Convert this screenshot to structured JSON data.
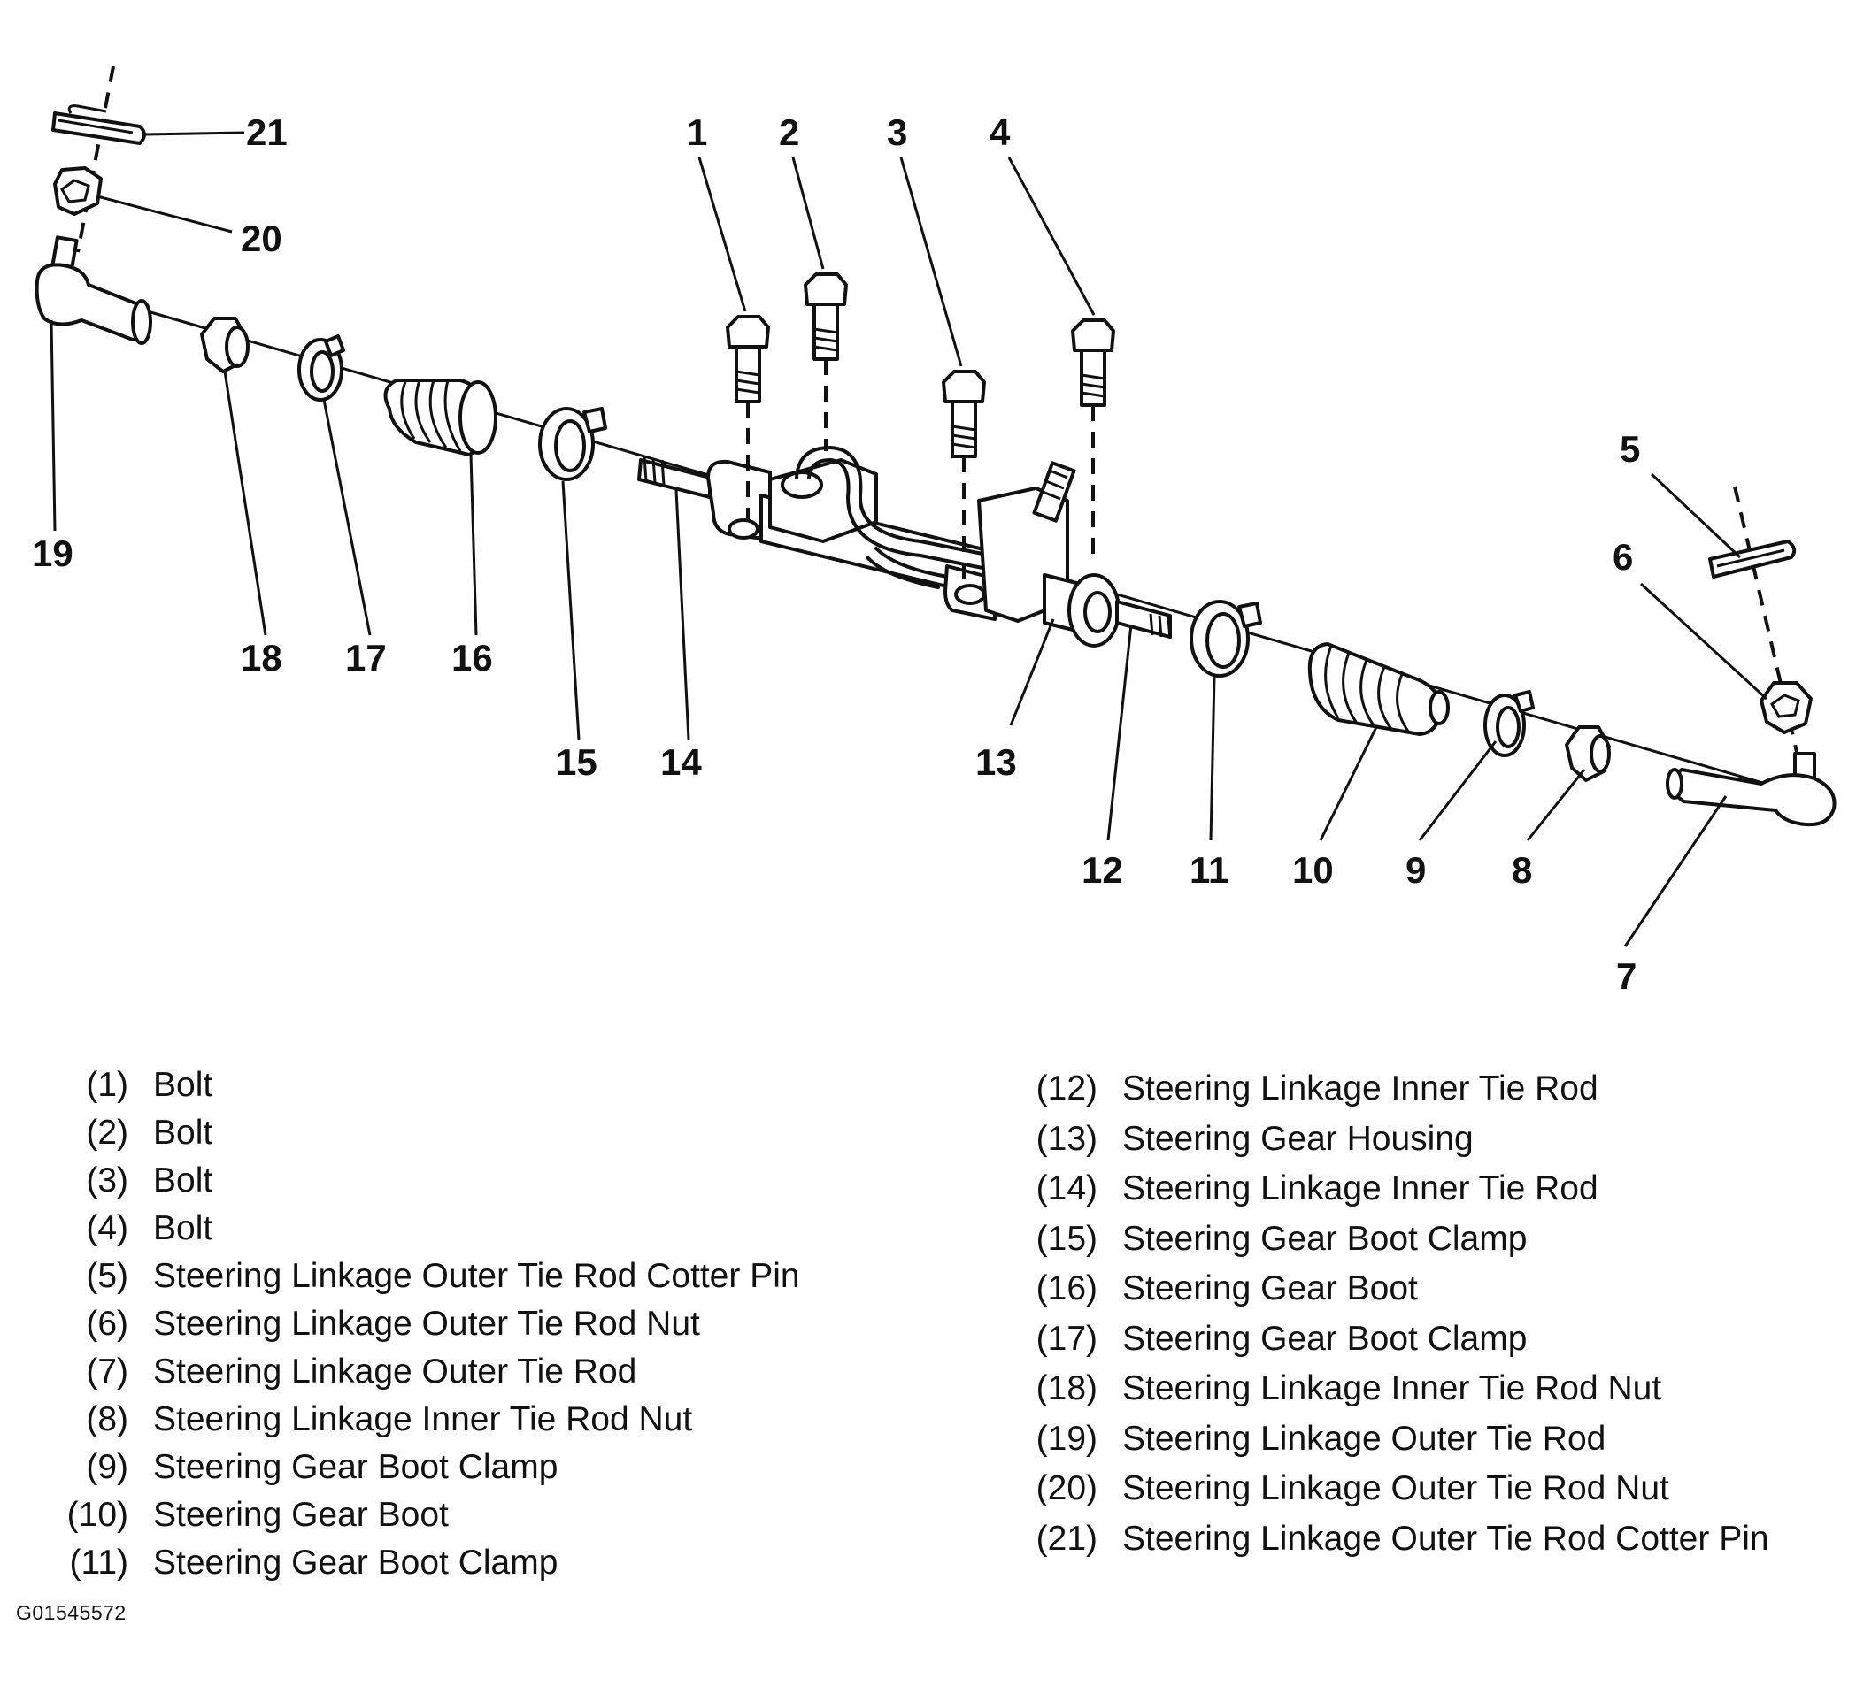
{
  "callouts": {
    "c1": "1",
    "c2": "2",
    "c3": "3",
    "c4": "4",
    "c5": "5",
    "c6": "6",
    "c7": "7",
    "c8": "8",
    "c9": "9",
    "c10": "10",
    "c11": "11",
    "c12": "12",
    "c13": "13",
    "c14": "14",
    "c15": "15",
    "c16": "16",
    "c17": "17",
    "c18": "18",
    "c19": "19",
    "c20": "20",
    "c21": "21"
  },
  "legend_left": [
    {
      "num": "(1)",
      "text": "Bolt"
    },
    {
      "num": "(2)",
      "text": "Bolt"
    },
    {
      "num": "(3)",
      "text": "Bolt"
    },
    {
      "num": "(4)",
      "text": "Bolt"
    },
    {
      "num": "(5)",
      "text": "Steering Linkage Outer Tie Rod Cotter Pin"
    },
    {
      "num": "(6)",
      "text": "Steering Linkage Outer Tie Rod Nut"
    },
    {
      "num": "(7)",
      "text": "Steering Linkage Outer Tie Rod"
    },
    {
      "num": "(8)",
      "text": "Steering Linkage Inner Tie Rod Nut"
    },
    {
      "num": "(9)",
      "text": "Steering Gear Boot Clamp"
    },
    {
      "num": "(10)",
      "text": "Steering Gear Boot"
    },
    {
      "num": "(11)",
      "text": "Steering Gear Boot Clamp"
    }
  ],
  "legend_right": [
    {
      "num": "(12)",
      "text": "Steering Linkage Inner Tie Rod"
    },
    {
      "num": "(13)",
      "text": "Steering Gear Housing"
    },
    {
      "num": "(14)",
      "text": "Steering Linkage Inner Tie Rod"
    },
    {
      "num": "(15)",
      "text": "Steering Gear Boot Clamp"
    },
    {
      "num": "(16)",
      "text": "Steering Gear Boot"
    },
    {
      "num": "(17)",
      "text": "Steering Gear Boot Clamp"
    },
    {
      "num": "(18)",
      "text": "Steering Linkage Inner Tie Rod Nut"
    },
    {
      "num": "(19)",
      "text": "Steering Linkage Outer Tie Rod"
    },
    {
      "num": "(20)",
      "text": "Steering Linkage Outer Tie Rod Nut"
    },
    {
      "num": "(21)",
      "text": "Steering Linkage Outer Tie Rod Cotter Pin"
    }
  ],
  "figure_id": "G01545572"
}
